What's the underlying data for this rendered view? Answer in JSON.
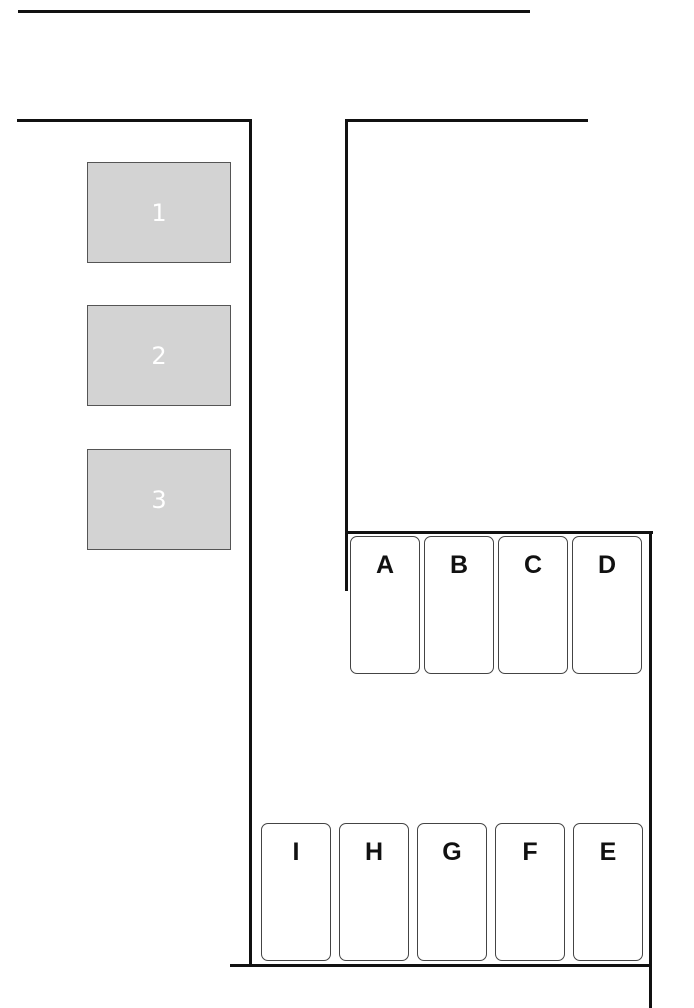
{
  "diagram": {
    "lots": [
      {
        "label": "1"
      },
      {
        "label": "2"
      },
      {
        "label": "3"
      }
    ],
    "stalls_top": [
      {
        "label": "A"
      },
      {
        "label": "B"
      },
      {
        "label": "C"
      },
      {
        "label": "D"
      }
    ],
    "stalls_bottom": [
      {
        "label": "I"
      },
      {
        "label": "H"
      },
      {
        "label": "G"
      },
      {
        "label": "F"
      },
      {
        "label": "E"
      }
    ]
  }
}
